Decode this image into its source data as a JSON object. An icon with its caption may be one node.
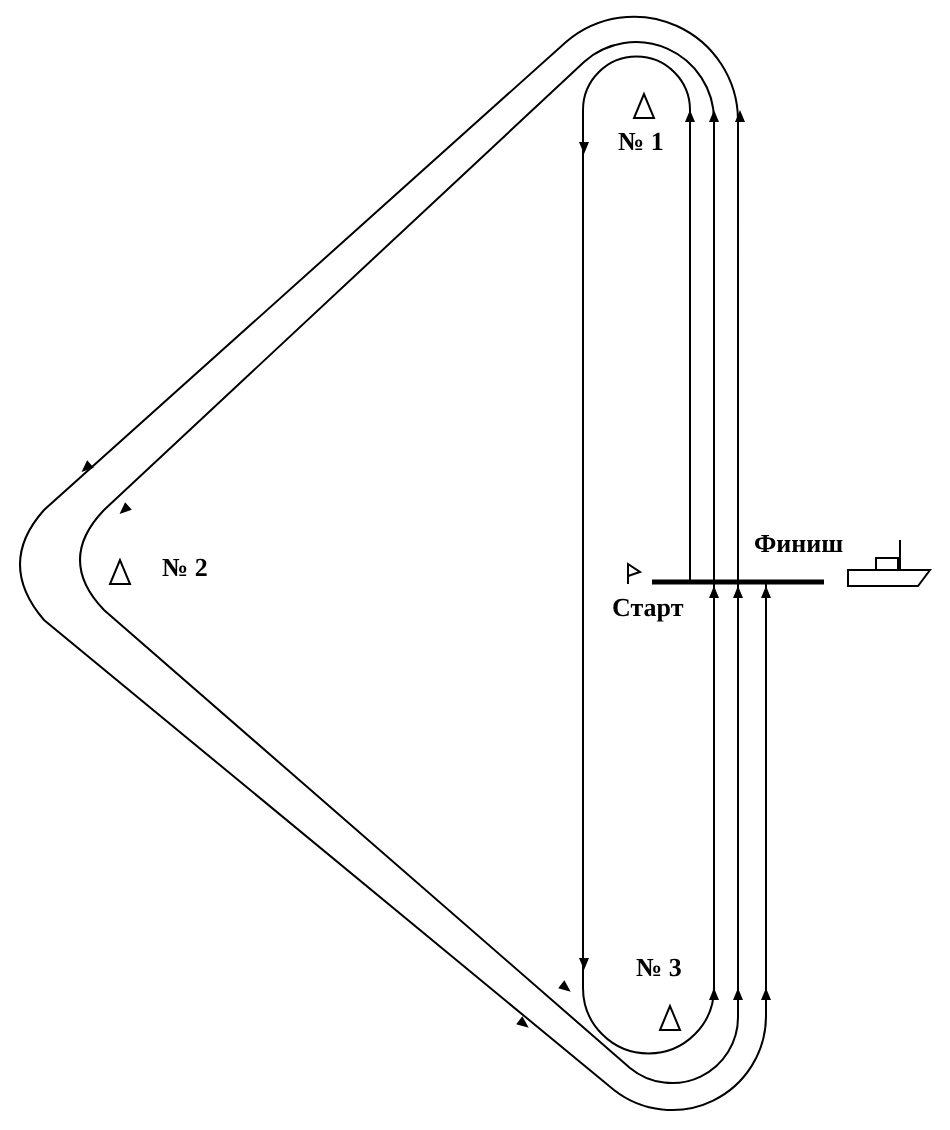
{
  "diagram": {
    "labels": [
      "№ 1",
      "Финиш",
      "№ 2",
      "Старт",
      "№ 3"
    ]
  }
}
